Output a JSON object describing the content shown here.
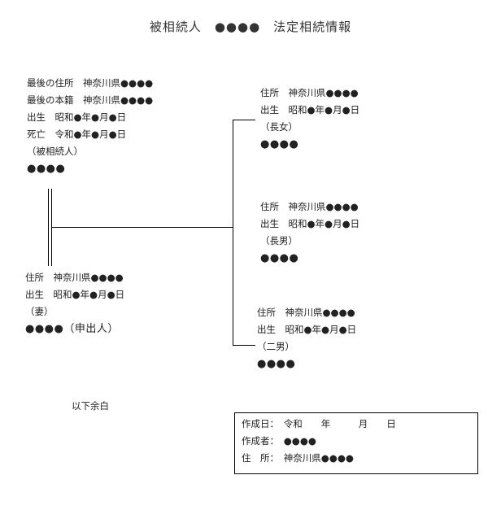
{
  "title": "被相続人　●●●●　法定相続情報",
  "deceased": {
    "last_address": "最後の住所　神奈川県●●●●",
    "last_domicile": "最後の本籍　神奈川県●●●●",
    "birth": "出生　昭和●年●月●日",
    "death": "死亡　令和●年●月●日",
    "role": "（被相続人）",
    "name": "●●●●"
  },
  "spouse": {
    "address": "住所　神奈川県●●●●",
    "birth": "出生　昭和●年●月●日",
    "role": "（妻）",
    "name": "●●●●（申出人）"
  },
  "children": [
    {
      "address": "住所　神奈川県●●●●",
      "birth": "出生　昭和●年●月●日",
      "role": "（長女）",
      "name": "●●●●"
    },
    {
      "address": "住所　神奈川県●●●●",
      "birth": "出生　昭和●年●月●日",
      "role": "（長男）",
      "name": "●●●●"
    },
    {
      "address": "住所　神奈川県●●●●",
      "birth": "出生　昭和●年●月●日",
      "role": "（二男）",
      "name": "●●●●"
    }
  ],
  "remarks": "以下余白",
  "creator_box": {
    "date": "作成日：　令和　　年　　　月　　日",
    "creator": "作成者：　●●●●",
    "address": "住　所：　神奈川県●●●●"
  }
}
